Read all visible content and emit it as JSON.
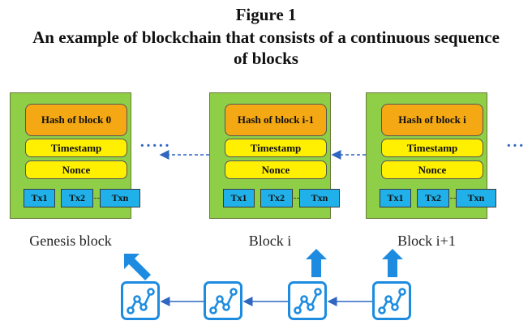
{
  "figure": {
    "label": "Figure 1",
    "title_line1": "An example of blockchain that consists of a continuous sequence",
    "title_line2": "of blocks"
  },
  "blocks": [
    {
      "hash": "Hash of block 0",
      "timestamp": "Timestamp",
      "nonce": "Nonce",
      "tx1": "Tx1",
      "tx2": "Tx2",
      "txn": "Txn",
      "caption": "Genesis block"
    },
    {
      "hash": "Hash of block i-1",
      "timestamp": "Timestamp",
      "nonce": "Nonce",
      "tx1": "Tx1",
      "tx2": "Tx2",
      "txn": "Txn",
      "caption": "Block i"
    },
    {
      "hash": "Hash of block i",
      "timestamp": "Timestamp",
      "nonce": "Nonce",
      "tx1": "Tx1",
      "tx2": "Tx2",
      "txn": "Txn",
      "caption": "Block i+1"
    }
  ],
  "ellipses": [
    "·····",
    "···"
  ],
  "colors": {
    "block_bg": "#8fcf47",
    "hash_bg": "#f3a814",
    "field_bg": "#ffef00",
    "tx_bg": "#21b1ea",
    "arrow": "#2f66c2",
    "node": "#1d8ce0"
  },
  "icons": [
    "blockchain-node-icon",
    "up-arrow-icon",
    "left-arrow-icon"
  ]
}
